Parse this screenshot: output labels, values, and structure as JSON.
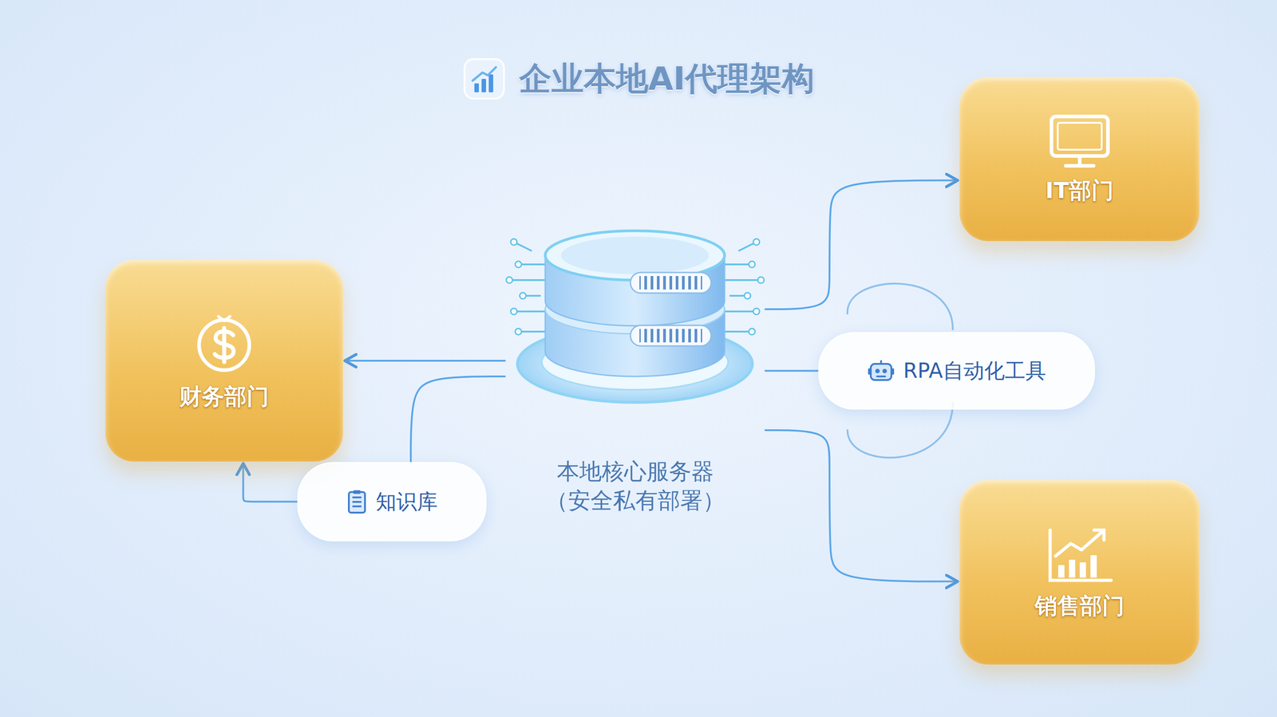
{
  "diagram": {
    "title": "企业本地AI代理架构",
    "nodes": [
      {
        "text": [
          "财务部门"
        ]
      },
      {
        "text": [
          "本地核心服务器 （安全私有部署）"
        ]
      },
      {
        "text": [
          "知识库"
        ]
      },
      {
        "text": [
          "IT部门"
        ]
      },
      {
        "text": [
          "RPA自动化工具"
        ]
      },
      {
        "text": [
          "销售部门"
        ]
      }
    ],
    "edges": [
      {
        "from": 1,
        "to": 0,
        "arrow": "to"
      },
      {
        "from": 2,
        "to": 0,
        "arrow": "to"
      },
      {
        "from": 1,
        "to": 2,
        "arrow": "none"
      },
      {
        "from": 1,
        "to": 3,
        "arrow": "to"
      },
      {
        "from": 1,
        "to": 4,
        "arrow": "none"
      },
      {
        "from": 1,
        "to": 5,
        "arrow": "to"
      }
    ]
  }
}
